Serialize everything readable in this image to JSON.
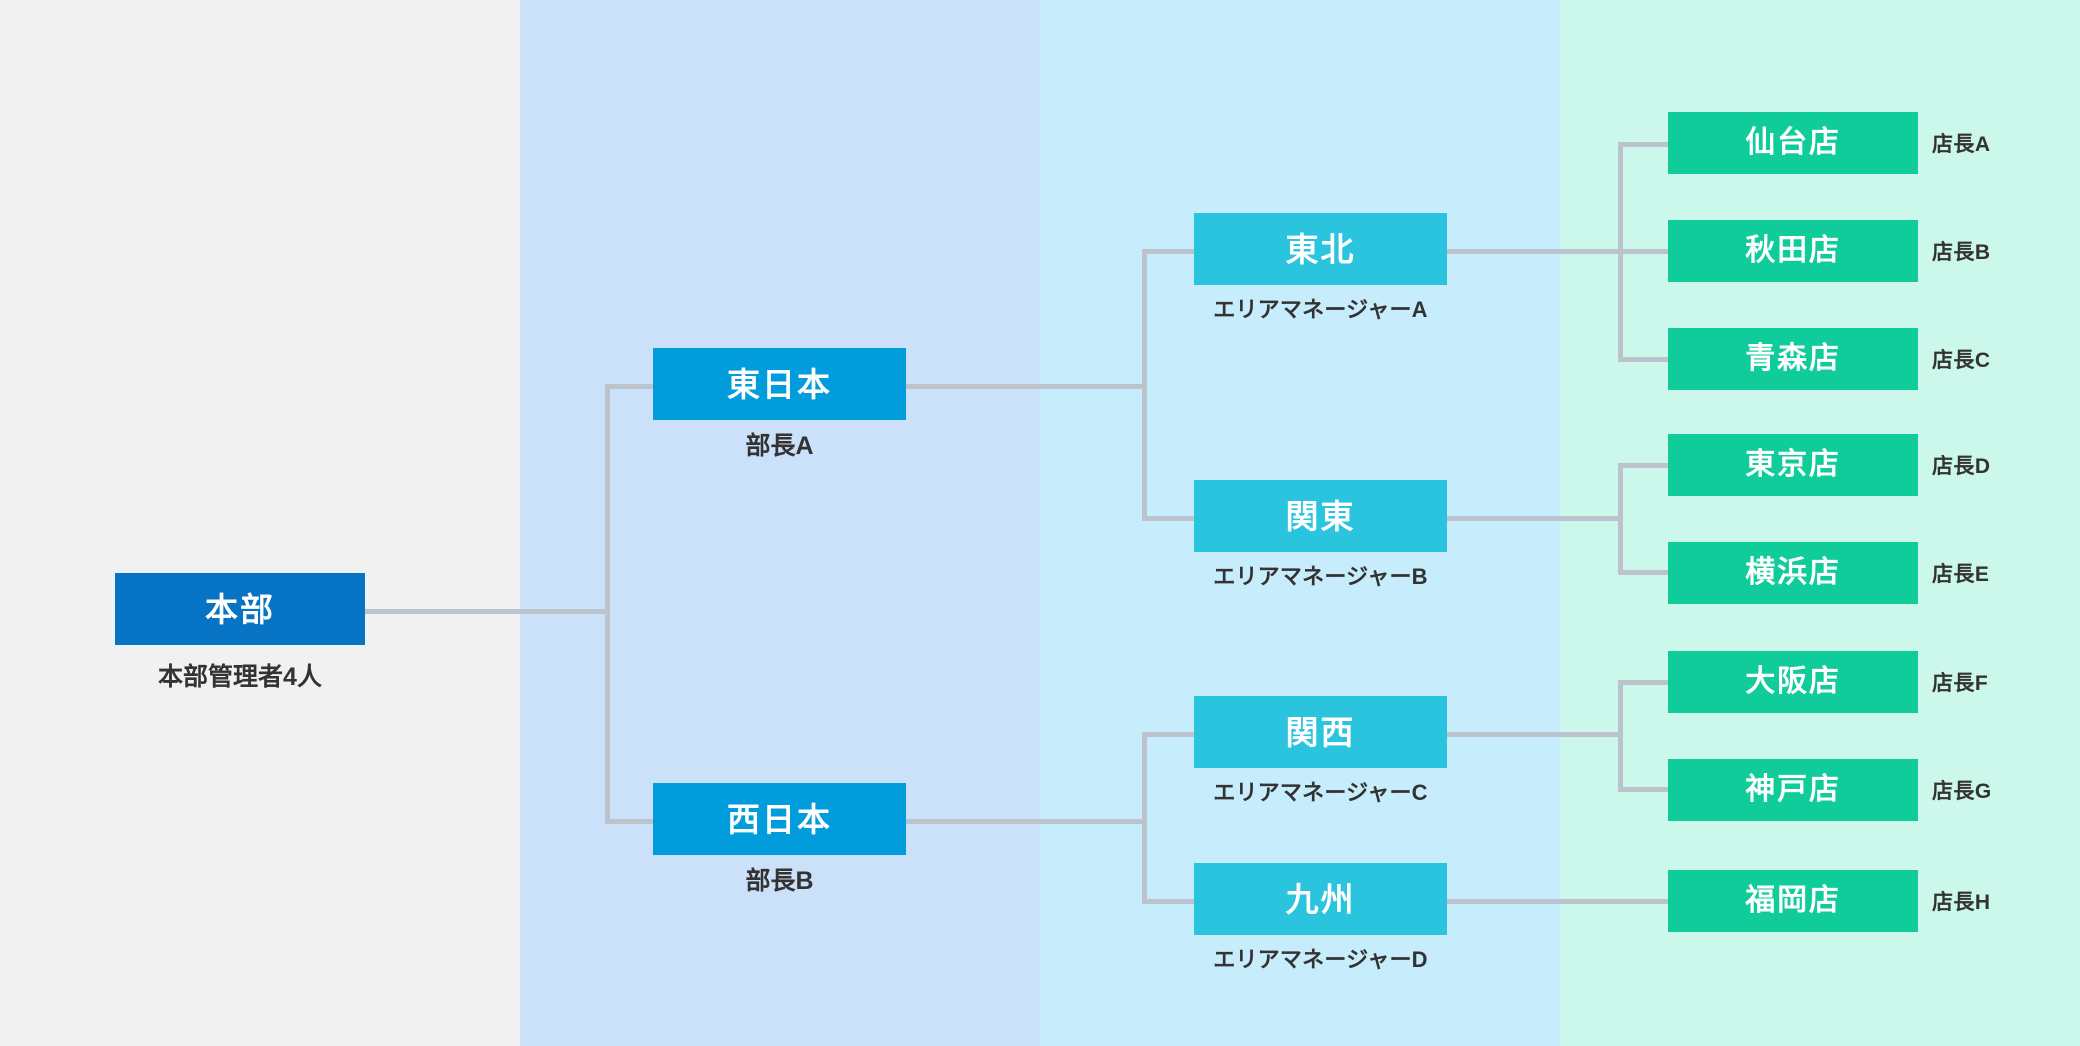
{
  "chart_data": {
    "type": "diagram",
    "title": "",
    "diagram_kind": "organization-chart",
    "orientation": "left-to-right",
    "levels": [
      {
        "name": "headquarters",
        "band_color": "#F1F1F1",
        "node_color": "#0673C5"
      },
      {
        "name": "division",
        "band_color": "#CBE0F9",
        "node_color": "#009CDC"
      },
      {
        "name": "area",
        "band_color": "#C7EDFC",
        "node_color": "#2BC4DE"
      },
      {
        "name": "store",
        "band_color": "#CCF7EB",
        "node_color": "#10CC9B"
      }
    ],
    "connector_color": "#BCC3CC",
    "nodes": [
      {
        "id": "hq",
        "label": "本部",
        "caption": "本部管理者4人",
        "level": 1,
        "parent": null
      },
      {
        "id": "east",
        "label": "東日本",
        "caption": "部長A",
        "level": 2,
        "parent": "hq"
      },
      {
        "id": "west",
        "label": "西日本",
        "caption": "部長B",
        "level": 2,
        "parent": "hq"
      },
      {
        "id": "tohoku",
        "label": "東北",
        "caption": "エリアマネージャーA",
        "level": 3,
        "parent": "east"
      },
      {
        "id": "kanto",
        "label": "関東",
        "caption": "エリアマネージャーB",
        "level": 3,
        "parent": "east"
      },
      {
        "id": "kansai",
        "label": "関西",
        "caption": "エリアマネージャーC",
        "level": 3,
        "parent": "west"
      },
      {
        "id": "kyushu",
        "label": "九州",
        "caption": "エリアマネージャーD",
        "level": 3,
        "parent": "west"
      },
      {
        "id": "sendai",
        "label": "仙台店",
        "caption": "店長A",
        "level": 4,
        "parent": "tohoku"
      },
      {
        "id": "akita",
        "label": "秋田店",
        "caption": "店長B",
        "level": 4,
        "parent": "tohoku"
      },
      {
        "id": "aomori",
        "label": "青森店",
        "caption": "店長C",
        "level": 4,
        "parent": "tohoku"
      },
      {
        "id": "tokyo",
        "label": "東京店",
        "caption": "店長D",
        "level": 4,
        "parent": "kanto"
      },
      {
        "id": "yokohama",
        "label": "横浜店",
        "caption": "店長E",
        "level": 4,
        "parent": "kanto"
      },
      {
        "id": "osaka",
        "label": "大阪店",
        "caption": "店長F",
        "level": 4,
        "parent": "kansai"
      },
      {
        "id": "kobe",
        "label": "神戸店",
        "caption": "店長G",
        "level": 4,
        "parent": "kansai"
      },
      {
        "id": "fukuoka",
        "label": "福岡店",
        "caption": "店長H",
        "level": 4,
        "parent": "kyushu"
      }
    ]
  },
  "hq": {
    "label": "本部",
    "caption": "本部管理者4人"
  },
  "divisions": [
    {
      "label": "東日本",
      "caption": "部長A"
    },
    {
      "label": "西日本",
      "caption": "部長B"
    }
  ],
  "areas": [
    {
      "label": "東北",
      "caption": "エリアマネージャーA"
    },
    {
      "label": "関東",
      "caption": "エリアマネージャーB"
    },
    {
      "label": "関西",
      "caption": "エリアマネージャーC"
    },
    {
      "label": "九州",
      "caption": "エリアマネージャーD"
    }
  ],
  "stores": [
    {
      "label": "仙台店",
      "caption": "店長A"
    },
    {
      "label": "秋田店",
      "caption": "店長B"
    },
    {
      "label": "青森店",
      "caption": "店長C"
    },
    {
      "label": "東京店",
      "caption": "店長D"
    },
    {
      "label": "横浜店",
      "caption": "店長E"
    },
    {
      "label": "大阪店",
      "caption": "店長F"
    },
    {
      "label": "神戸店",
      "caption": "店長G"
    },
    {
      "label": "福岡店",
      "caption": "店長H"
    }
  ],
  "colors": {
    "band_1": "#F1F1F1",
    "band_2": "#CBE0F9",
    "band_3": "#C7EDFC",
    "band_4": "#CCF7EB",
    "level_1": "#0673C5",
    "level_2": "#009CDC",
    "level_3": "#2BC4DE",
    "level_4": "#10CC9B",
    "connector": "#BCC3CC",
    "caption_text": "#333333"
  }
}
